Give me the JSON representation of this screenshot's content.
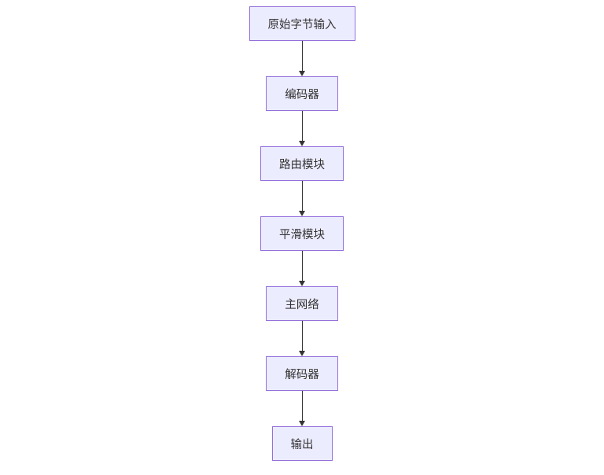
{
  "diagram": {
    "type": "flowchart",
    "direction": "top-down",
    "nodes": [
      {
        "id": "input",
        "label": "原始字节输入"
      },
      {
        "id": "encoder",
        "label": "编码器"
      },
      {
        "id": "router",
        "label": "路由模块"
      },
      {
        "id": "smoother",
        "label": "平滑模块"
      },
      {
        "id": "mainnet",
        "label": "主网络"
      },
      {
        "id": "decoder",
        "label": "解码器"
      },
      {
        "id": "output",
        "label": "输出"
      }
    ],
    "edges": [
      {
        "from": "input",
        "to": "encoder"
      },
      {
        "from": "encoder",
        "to": "router"
      },
      {
        "from": "router",
        "to": "smoother"
      },
      {
        "from": "smoother",
        "to": "mainnet"
      },
      {
        "from": "mainnet",
        "to": "decoder"
      },
      {
        "from": "decoder",
        "to": "output"
      }
    ],
    "colors": {
      "node_fill": "#ECECFF",
      "node_border": "#9370DB",
      "node_text": "#333333",
      "arrow": "#333333",
      "background": "#FFFFFF"
    }
  }
}
